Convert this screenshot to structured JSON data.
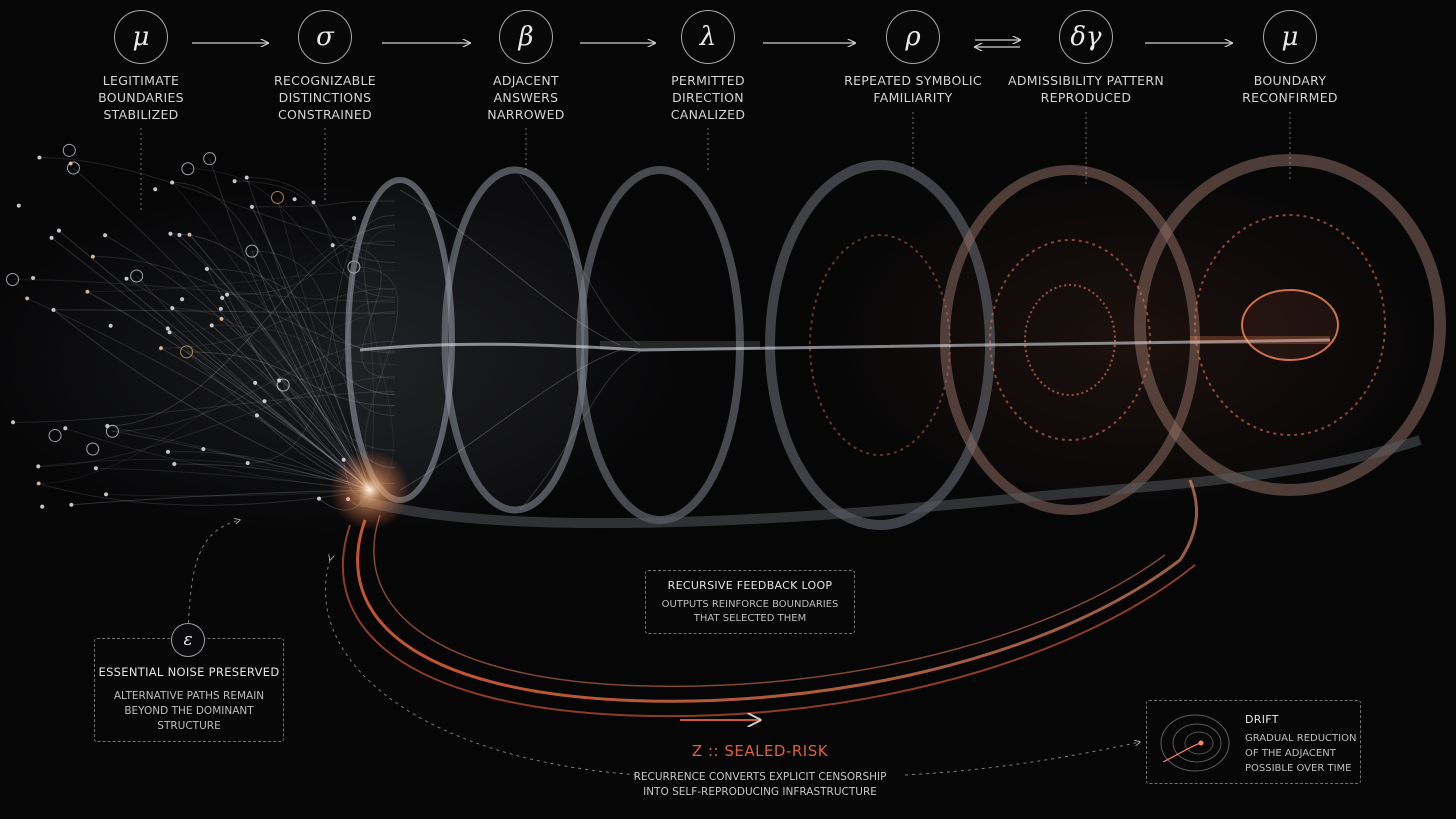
{
  "stages": [
    {
      "symbol": "μ",
      "label": [
        "LEGITIMATE",
        "BOUNDARIES",
        "STABILIZED"
      ]
    },
    {
      "symbol": "σ",
      "label": [
        "RECOGNIZABLE",
        "DISTINCTIONS",
        "CONSTRAINED"
      ]
    },
    {
      "symbol": "β",
      "label": [
        "ADJACENT",
        "ANSWERS",
        "NARROWED"
      ]
    },
    {
      "symbol": "λ",
      "label": [
        "PERMITTED",
        "DIRECTION",
        "CANALIZED"
      ]
    },
    {
      "symbol": "ρ",
      "label": [
        "REPEATED SYMBOLIC",
        "FAMILIARITY"
      ]
    },
    {
      "symbol": "δγ",
      "label": [
        "ADMISSIBILITY PATTERN",
        "REPRODUCED"
      ]
    },
    {
      "symbol": "μ",
      "label": [
        "BOUNDARY",
        "RECONFIRMED"
      ]
    }
  ],
  "noise": {
    "symbol": "ε",
    "title": "ESSENTIAL NOISE PRESERVED",
    "lines": [
      "ALTERNATIVE PATHS REMAIN",
      "BEYOND THE DOMINANT",
      "STRUCTURE"
    ]
  },
  "feedback_loop": {
    "title": "RECURSIVE FEEDBACK LOOP",
    "lines": [
      "OUTPUTS REINFORCE BOUNDARIES",
      "THAT SELECTED THEM"
    ]
  },
  "sealed_risk": {
    "title": "Z :: SEALED-RISK",
    "lines": [
      "RECURRENCE CONVERTS EXPLICIT CENSORSHIP",
      "INTO SELF-REPRODUCING INFRASTRUCTURE"
    ]
  },
  "drift": {
    "title": "DRIFT",
    "lines": [
      "GRADUAL REDUCTION",
      "OF THE ADJACENT",
      "POSSIBLE OVER TIME"
    ]
  },
  "colors": {
    "accent_red": "#e0603e",
    "glow_orange": "#ff8a5a",
    "steel": "#c8ccd4"
  }
}
